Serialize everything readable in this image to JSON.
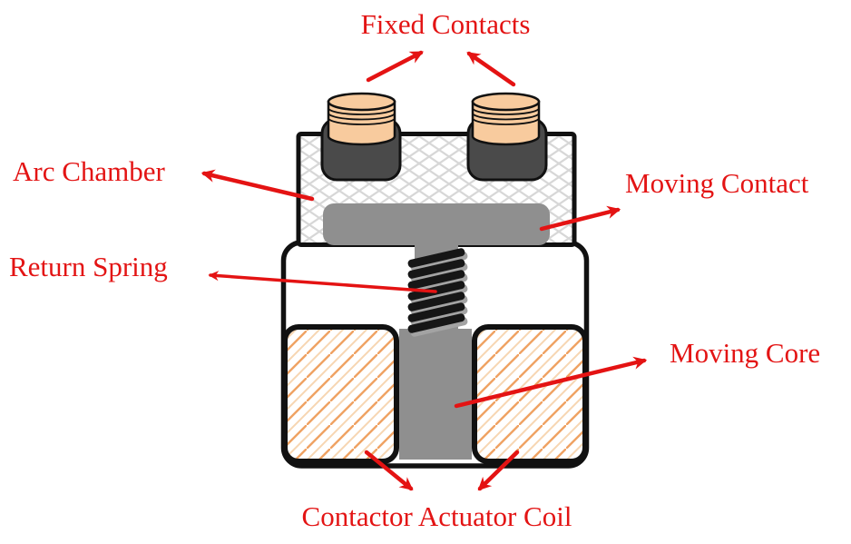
{
  "diagram": {
    "labels": {
      "fixed_contacts": "Fixed Contacts",
      "arc_chamber": "Arc Chamber",
      "moving_contact": "Moving Contact",
      "return_spring": "Return Spring",
      "moving_core": "Moving Core",
      "actuator_coil": "Contactor Actuator Coil"
    },
    "colors": {
      "label_red": "#e31414",
      "arrow_red": "#e41313",
      "contact_tip_peach": "#f8cb9e",
      "contact_housing_dark": "#4a4a4a",
      "moving_parts_gray": "#8f8f8f",
      "spring_black": "#161616",
      "spring_shadow_gray": "#a3a3a3",
      "coil_fill_white": "#ffffff",
      "chamber_fill_white": "#ffffff",
      "outline_black": "#111111"
    }
  }
}
